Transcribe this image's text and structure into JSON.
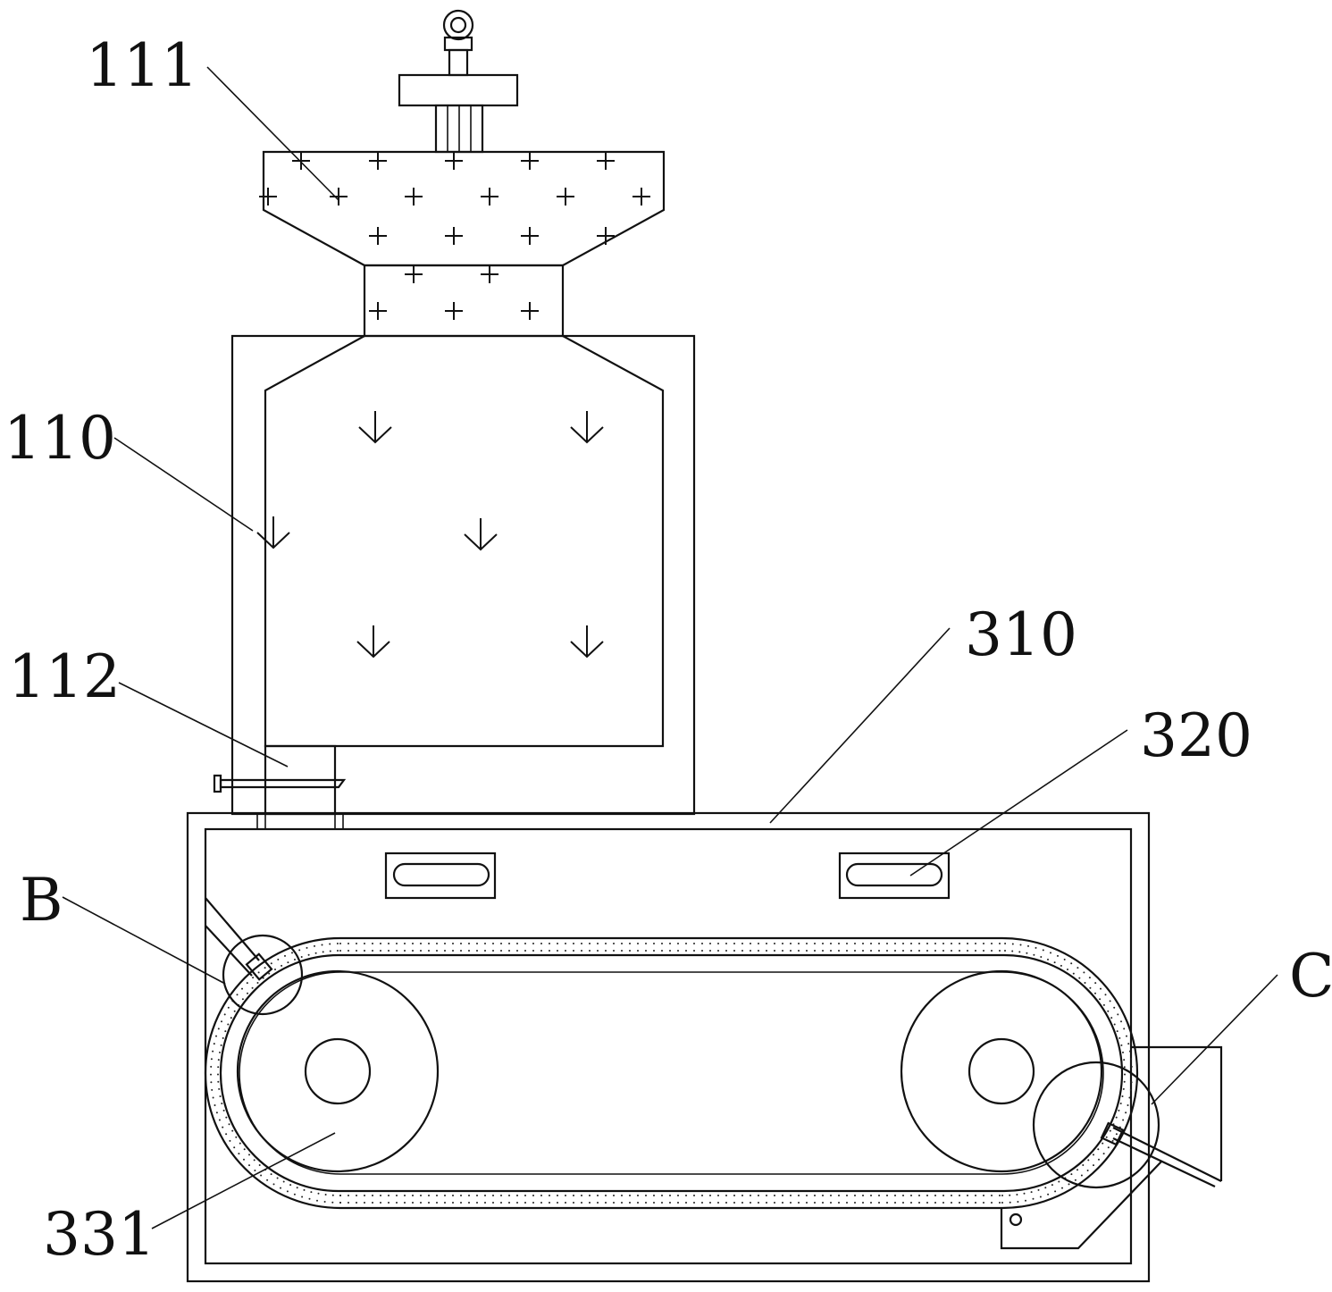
{
  "figure": {
    "labels": {
      "hopper_top": "111",
      "body": "110",
      "valve": "112",
      "housing": "310",
      "slot": "320",
      "detail_b": "B",
      "detail_c": "C",
      "roller": "331"
    }
  },
  "colors": {
    "line": "#111111",
    "background": "#ffffff"
  }
}
